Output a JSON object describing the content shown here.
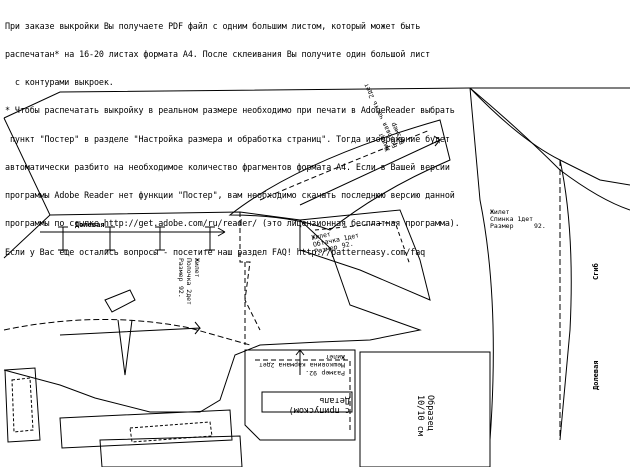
{
  "notice": {
    "line1": "При заказе выкройки Вы получаете PDF файл с одним большим листом, который может быть",
    "line2": "распечатан* на 16-20 листах формата А4. После склеивания Вы получите один большой лист",
    "line3": "  с контурами выкроек.",
    "line4": "* Чтобы распечатать выкройку в реальном размере необходимо при печати в AdobeReader выбрать",
    "line5": " пункт \"Постер\" в разделе \"Настройка размера и обработка страниц\". Тогда изображение будет",
    "line6": "автоматически разбито на необходимое количество фрагментов формата А4. Если в Вашей версии",
    "line7": "программы Adobe Reader нет функции \"Постер\", вам необходимо скачать последнюю версию данной",
    "line8": "программы по ссылке http://get.adobe.com/ru/reader/ (это лицензионная бесплатная программа).",
    "line9": "Если у Вас еще остались вопросы - посетите наш раздел FAQ! http://patterneasy.com/faq"
  },
  "pattern": {
    "grain_label": "Долевая",
    "front": {
      "l1": "Жилет",
      "l2": "Полочка 2дет",
      "l3": "Размер",
      "l4": "92."
    },
    "pocket_flap": {
      "l1": "Жилет",
      "l2": "Боковая часть 2дет",
      "l3": "Размер"
    },
    "small_piece": {
      "l1": "Жилет",
      "l2": "Обтачка 1дет",
      "l3": "Размер",
      "l4": "92."
    },
    "back": {
      "l1": "Жилет",
      "l2": "Спинка 1дет",
      "l3": "Размер",
      "l4": "92."
    },
    "fold_label": "Сгиб",
    "back_grain_label": "Долевая",
    "pocket": {
      "l1": "Жилет",
      "l2": "Мешковина кармана 2дет",
      "l3": "Размер",
      "l4": "92.",
      "l5": "Деталь",
      "l6": "с припуском)"
    },
    "sample": {
      "l1": "Образец",
      "l2": "10/10 см"
    }
  }
}
